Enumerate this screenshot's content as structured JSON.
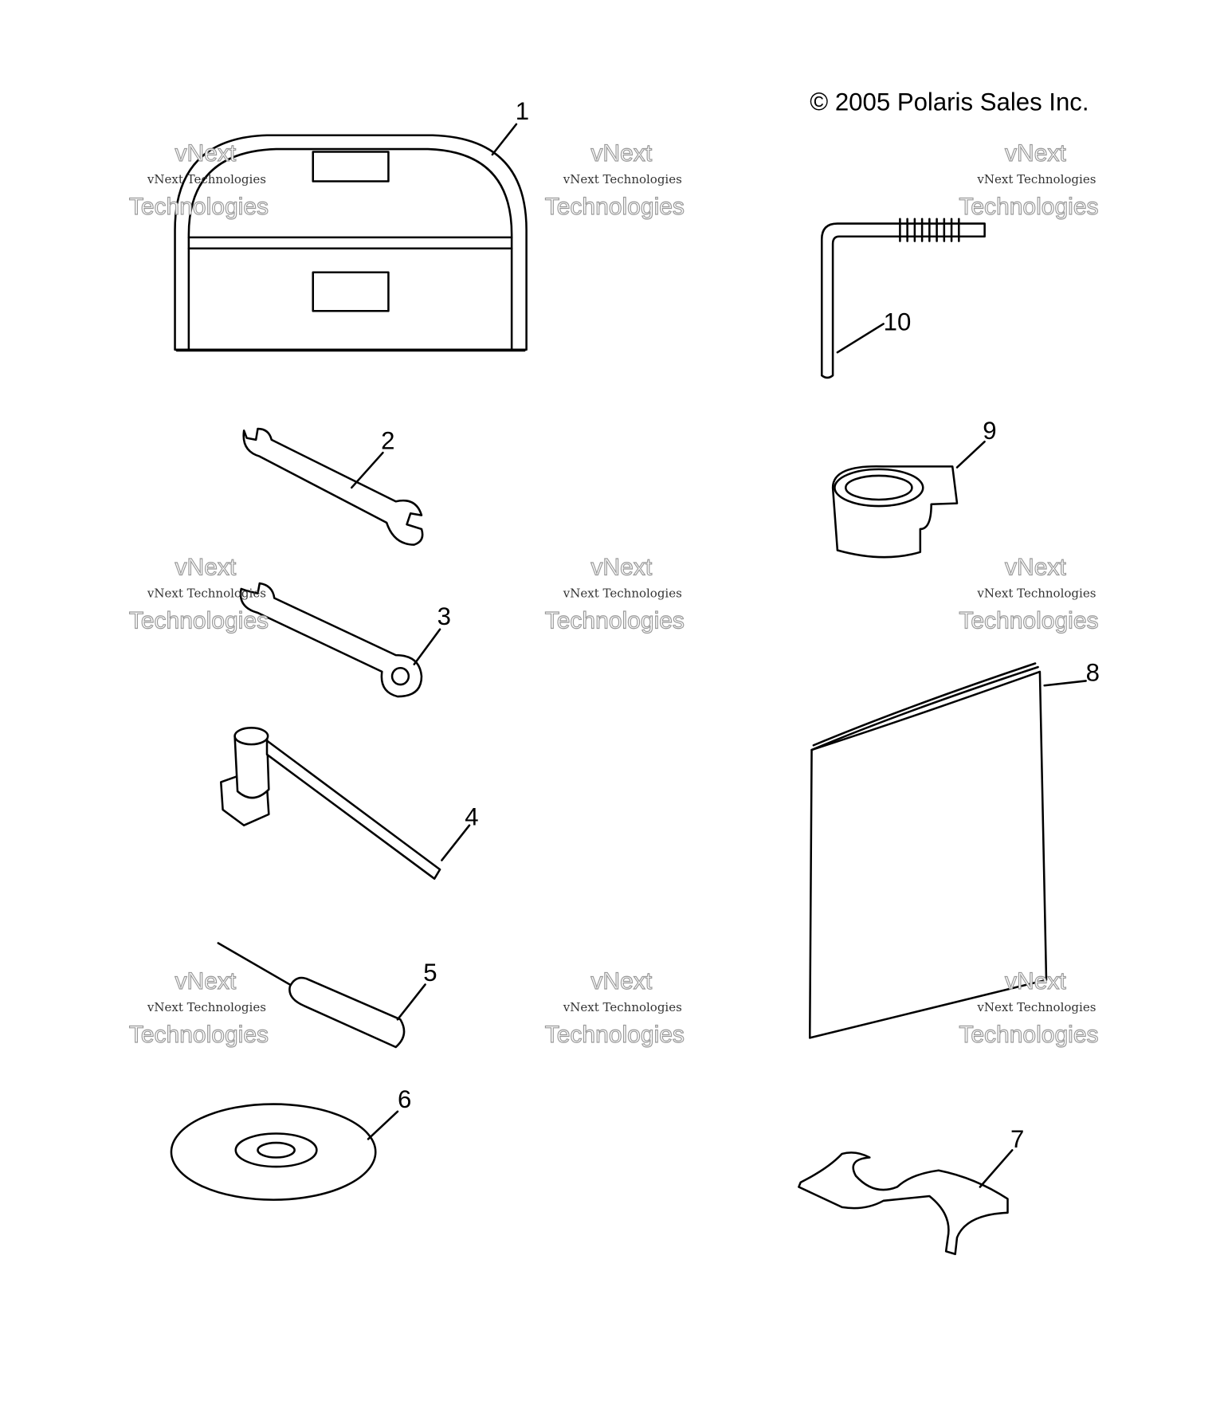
{
  "copyright": "© 2005 Polaris Sales Inc.",
  "watermark": {
    "line1": "vNext Technologies",
    "line2": "vNext",
    "line3": "Technologies"
  },
  "callouts": [
    {
      "number": "1",
      "part": "tool-box"
    },
    {
      "number": "2",
      "part": "open-end-wrench"
    },
    {
      "number": "3",
      "part": "combination-wrench"
    },
    {
      "number": "4",
      "part": "spark-plug-socket-wrench"
    },
    {
      "number": "5",
      "part": "screwdriver"
    },
    {
      "number": "6",
      "part": "cd-disc"
    },
    {
      "number": "7",
      "part": "spanner-tool"
    },
    {
      "number": "8",
      "part": "owners-manual"
    },
    {
      "number": "9",
      "part": "tape-strap"
    },
    {
      "number": "10",
      "part": "l-wrench"
    }
  ]
}
